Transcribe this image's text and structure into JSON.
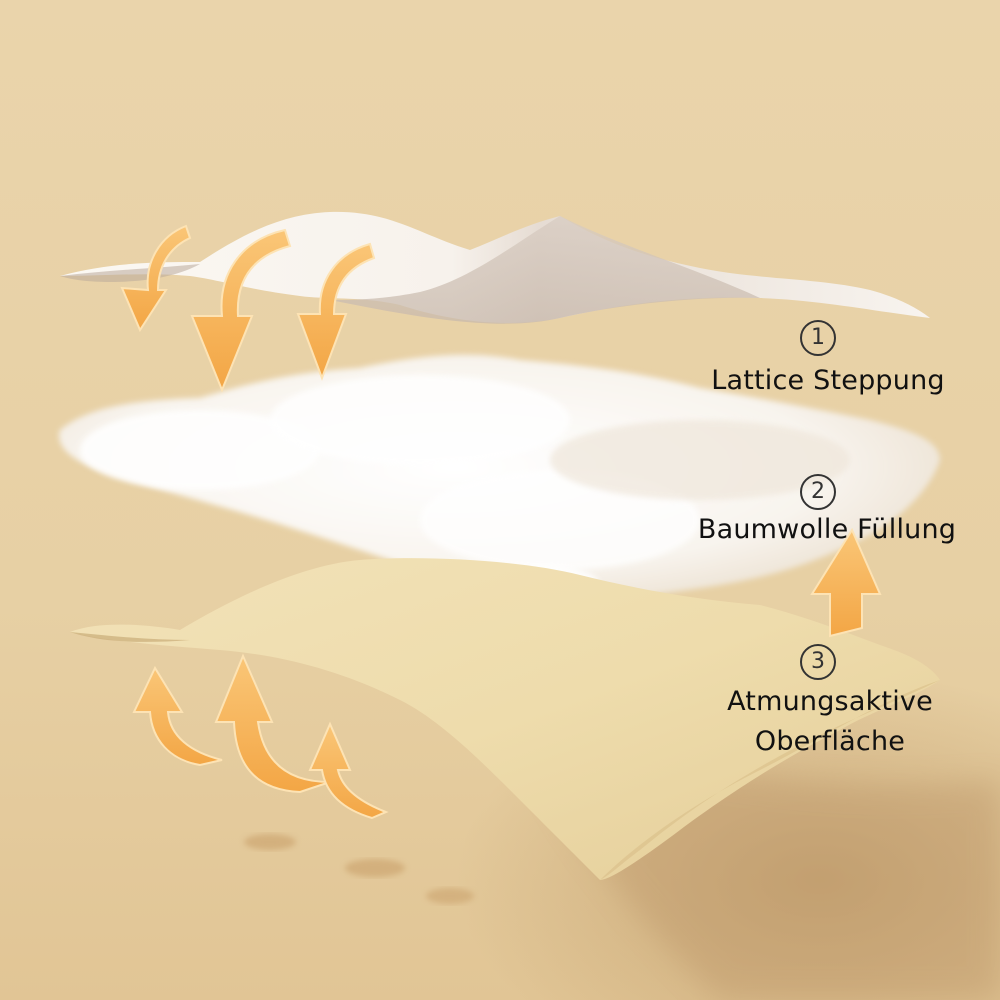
{
  "image": {
    "description": "Exploded view of a three-layer quilted product: top white fabric, cotton filling, bottom breathable surface, with orange airflow arrows",
    "background_color": "#E9D3A9",
    "arrow_color": "#F5B25A",
    "text_color": "#111111"
  },
  "layers": [
    {
      "number": "1",
      "number_glyph": "①",
      "label": "Lattice Steppung",
      "visual": "white-fabric-sheet"
    },
    {
      "number": "2",
      "number_glyph": "②",
      "label": "Baumwolle Füllung",
      "visual": "cotton-cloud"
    },
    {
      "number": "3",
      "number_glyph": "③",
      "label_line1": "Atmungsaktive",
      "label_line2": "Oberfläche",
      "visual": "beige-fabric-sheet"
    }
  ],
  "arrows": {
    "down_count": 3,
    "up_left_count": 3,
    "up_right_count": 1
  }
}
